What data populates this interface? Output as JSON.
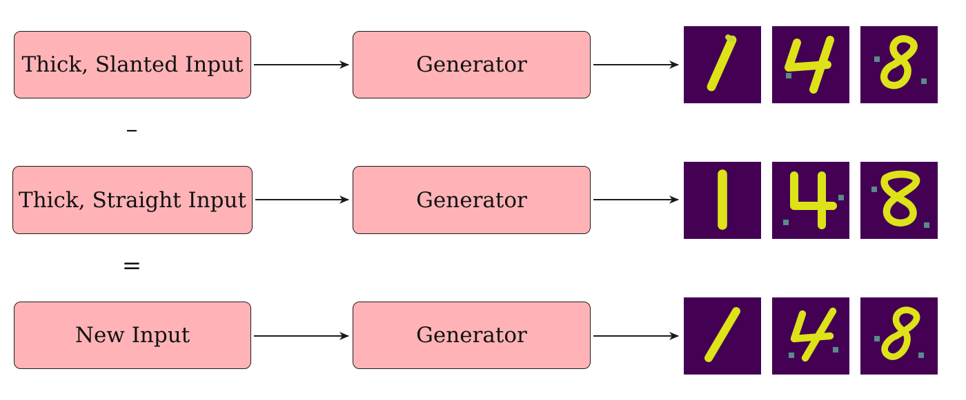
{
  "rows": [
    {
      "input_label": "Thick, Slanted Input",
      "generator_label": "Generator",
      "outputs": [
        "1",
        "4",
        "8"
      ]
    },
    {
      "input_label": "Thick, Straight Input",
      "generator_label": "Generator",
      "outputs": [
        "1",
        "4",
        "8"
      ]
    },
    {
      "input_label": "New Input",
      "generator_label": "Generator",
      "outputs": [
        "1",
        "4",
        "8"
      ]
    }
  ],
  "operators": {
    "minus": "–",
    "equals": "="
  },
  "colors": {
    "box_fill": "#ffb3b7",
    "box_border": "#1a1a1a",
    "digit_background": "#440154",
    "digit_stroke": "#dde318",
    "digit_noise": "#5a8a8a"
  }
}
